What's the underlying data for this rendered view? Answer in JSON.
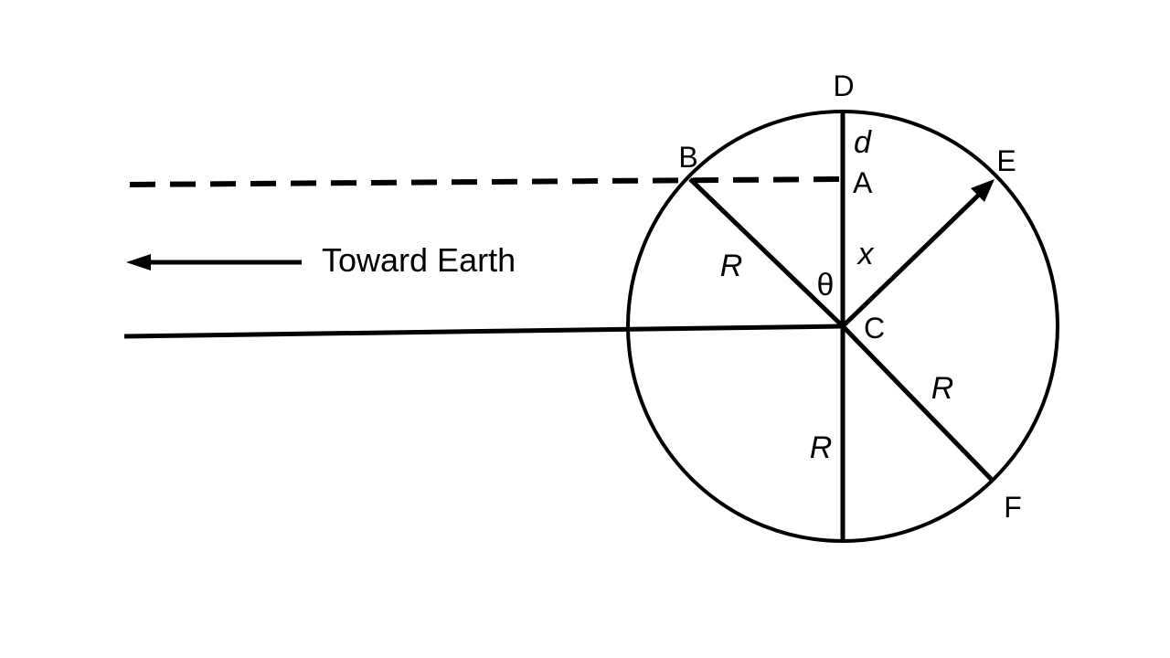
{
  "figure": {
    "background_color": "#ffffff",
    "line_color": "#000000",
    "points": {
      "D": "D",
      "B": "B",
      "A": "A",
      "E": "E",
      "C": "C",
      "F": "F"
    },
    "measures": {
      "d": "d",
      "x": "x",
      "theta": "θ",
      "R_upper_left": "R",
      "R_lower_right": "R",
      "R_down": "R"
    },
    "annotations": {
      "toward_earth": "Toward Earth"
    }
  }
}
